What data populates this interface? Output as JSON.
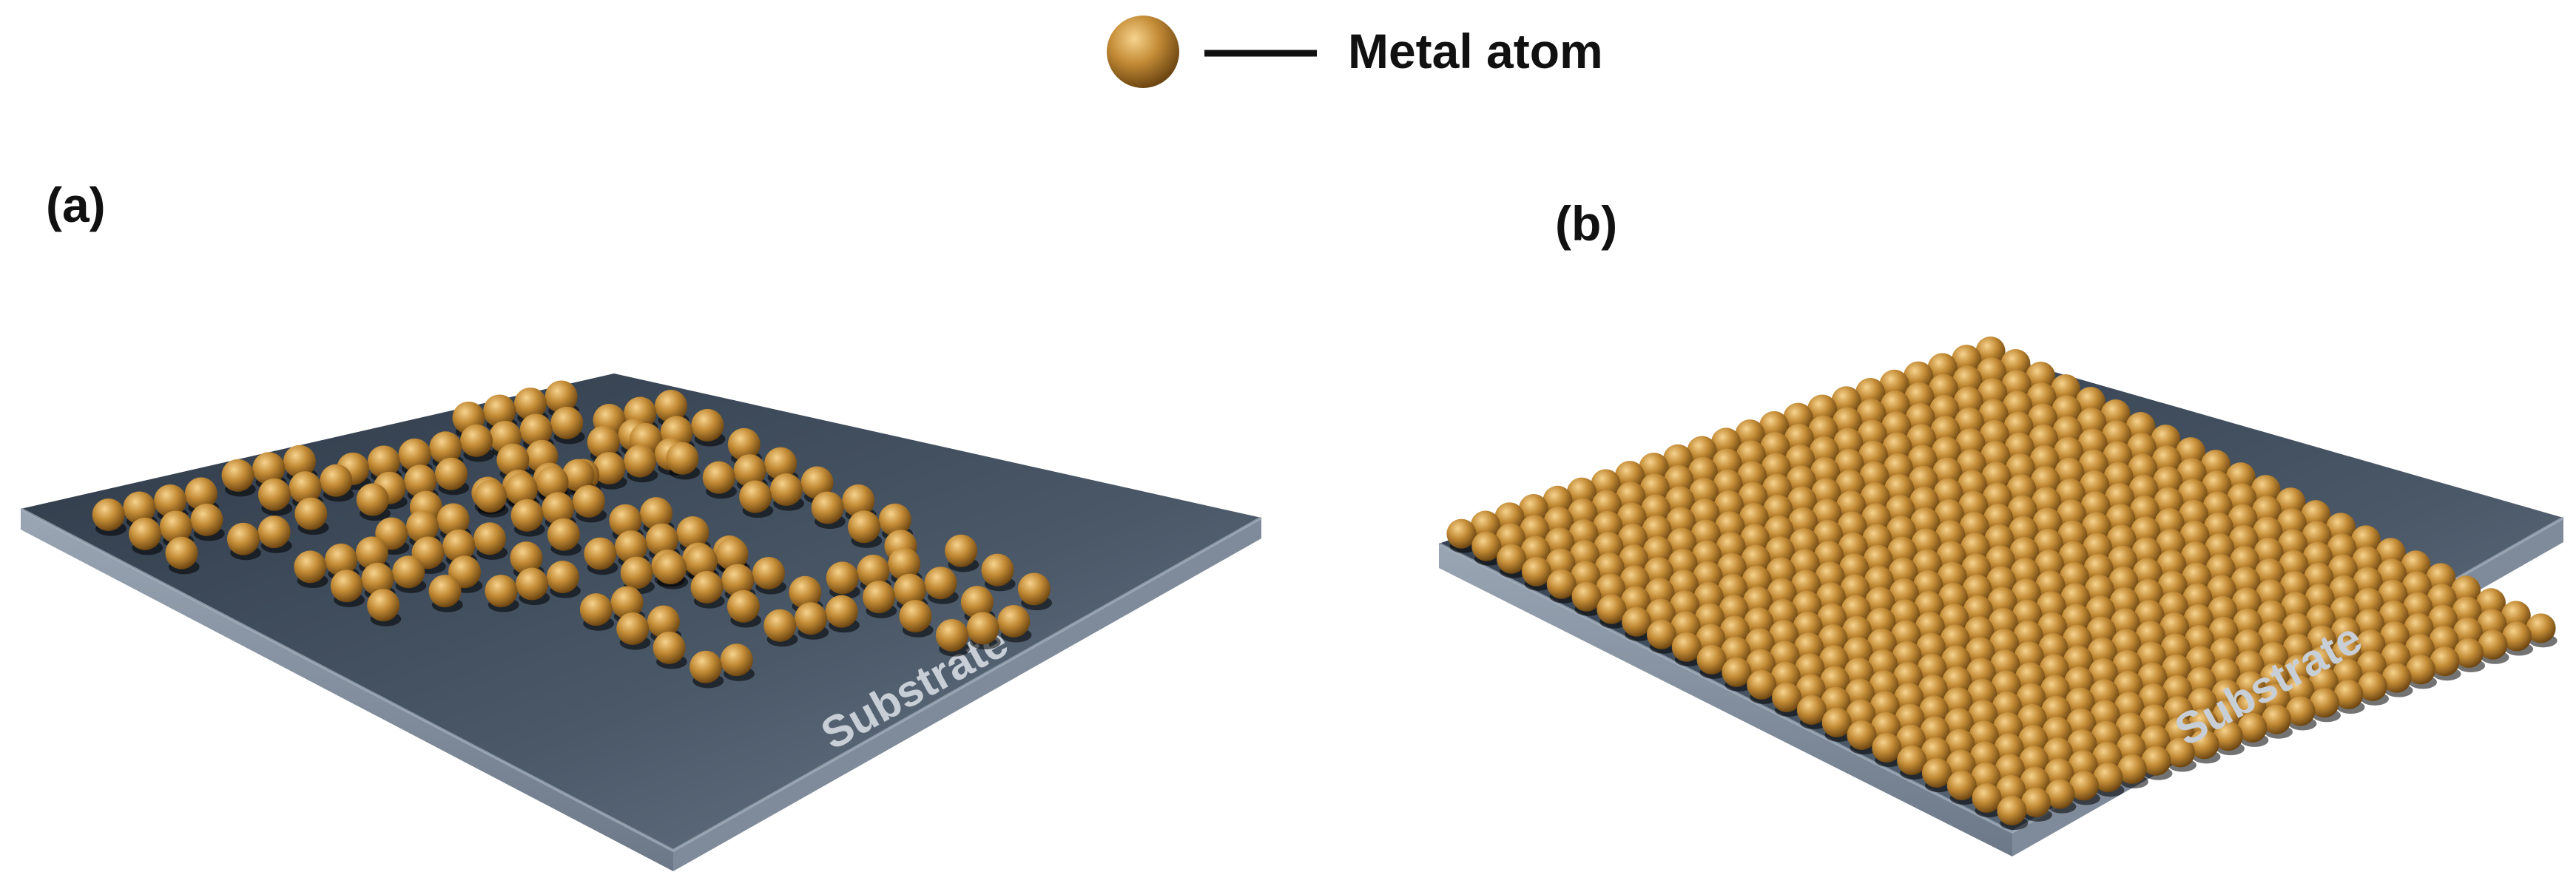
{
  "legend": {
    "marker_icon": "metal-atom-sphere",
    "text": "Metal atom"
  },
  "panels": [
    {
      "id": "a",
      "label": "(a)",
      "substrate_label": "Substrate",
      "film": "discontinuous islands"
    },
    {
      "id": "b",
      "label": "(b)",
      "substrate_label": "Substrate",
      "film": "continuous close-packed layer"
    }
  ],
  "colors": {
    "atom_light": "#f0c77a",
    "atom_mid": "#b98230",
    "atom_dark": "#6a4210",
    "substrate_top": "#3e4b5c",
    "substrate_edge": "#8d9aaa",
    "label_text": "#111111",
    "substrate_text": "#c8ced6"
  }
}
